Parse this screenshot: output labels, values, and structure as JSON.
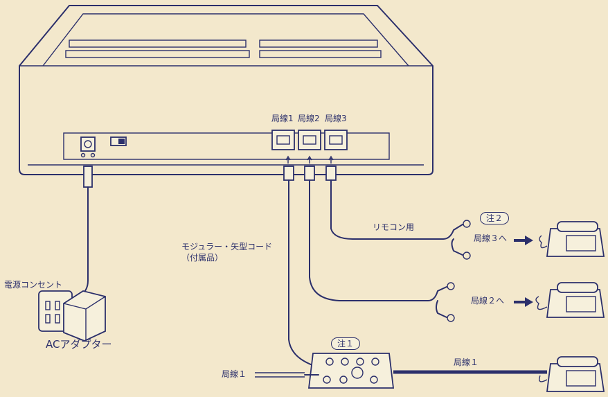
{
  "labels": {
    "line1_port": "局線1",
    "line2_port": "局線2",
    "line3_port": "局線3",
    "remote_use": "リモコン用",
    "modular_cord": "モジュラー・矢型コード",
    "included": "（付属品）",
    "outlet": "電源コンセント",
    "ac_adapter": "ACアダプター",
    "to_line3": "局線３へ",
    "to_line2": "局線２へ",
    "line1_left": "局線１",
    "line1_right": "局線１"
  },
  "notes": {
    "note1": "注１",
    "note2": "注２"
  },
  "colors": {
    "paper": "#f3e8cc",
    "ink": "#2b2f6b"
  }
}
